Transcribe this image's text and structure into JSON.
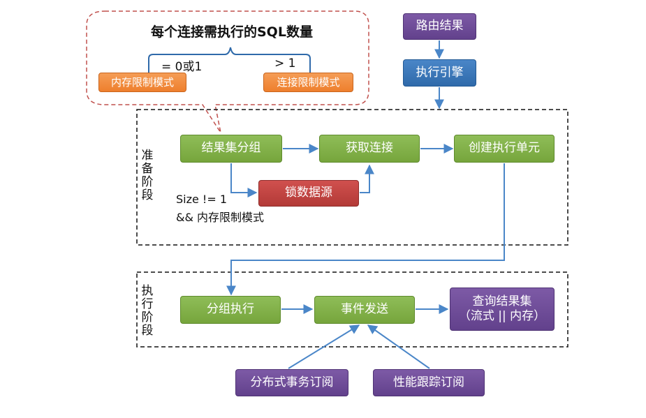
{
  "bubble": {
    "title": "每个连接需执行的SQL数量",
    "left_condition": "= 0或1",
    "right_condition": "> 1",
    "left_mode": "内存限制模式",
    "right_mode": "连接限制模式"
  },
  "top_chain": {
    "route_result": "路由结果",
    "execution_engine": "执行引擎"
  },
  "prepare_stage": {
    "label": "准备阶段",
    "group_results": "结果集分组",
    "get_connection": "获取连接",
    "create_exec_unit": "创建执行单元",
    "lock_datasource": "锁数据源",
    "condition_line1": "Size != 1",
    "condition_line2": "&& 内存限制模式"
  },
  "execute_stage": {
    "label": "执行阶段",
    "group_execute": "分组执行",
    "event_dispatch": "事件发送",
    "query_result_line1": "查询结果集",
    "query_result_line2": "（流式 || 内存）"
  },
  "subscribers": {
    "distributed_tx": "分布式事务订阅",
    "perf_trace": "性能跟踪订阅"
  },
  "colors": {
    "green": "#7fb046",
    "blue": "#3a78bc",
    "purple": "#6b4a96",
    "red": "#c0443f",
    "orange": "#f08a3c",
    "arrow": "#4a86c8",
    "bubble_border": "#c0504d"
  }
}
